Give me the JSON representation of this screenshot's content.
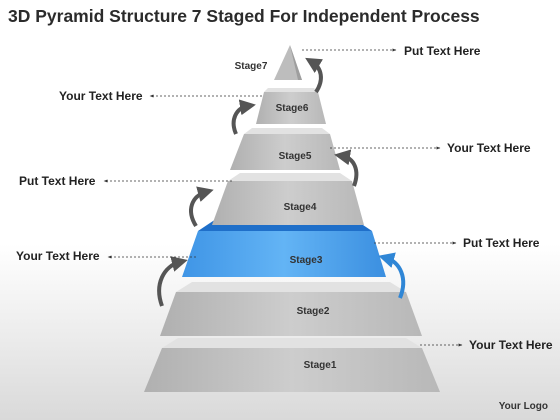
{
  "title": "3D Pyramid Structure 7 Staged For Independent Process",
  "stages": [
    "Stage1",
    "Stage2",
    "Stage3",
    "Stage4",
    "Stage5",
    "Stage6",
    "Stage7"
  ],
  "highlighted_stage": "Stage3",
  "callouts": {
    "stage7": "Put Text Here",
    "stage6": "Your Text Here",
    "stage5": "Your Text Here",
    "stage4": "Put Text Here",
    "stage3_left": "Your Text Here",
    "stage3_right": "Put Text Here",
    "stage1": "Your Text Here"
  },
  "logo": "Your Logo",
  "colors": {
    "gray_face": "#c4c4c4",
    "gray_top": "#e4e4e4",
    "blue_face": "#4aa3ee",
    "blue_top": "#1f6fc9",
    "arrow_gray": "#555555",
    "arrow_blue": "#2f86d6"
  }
}
